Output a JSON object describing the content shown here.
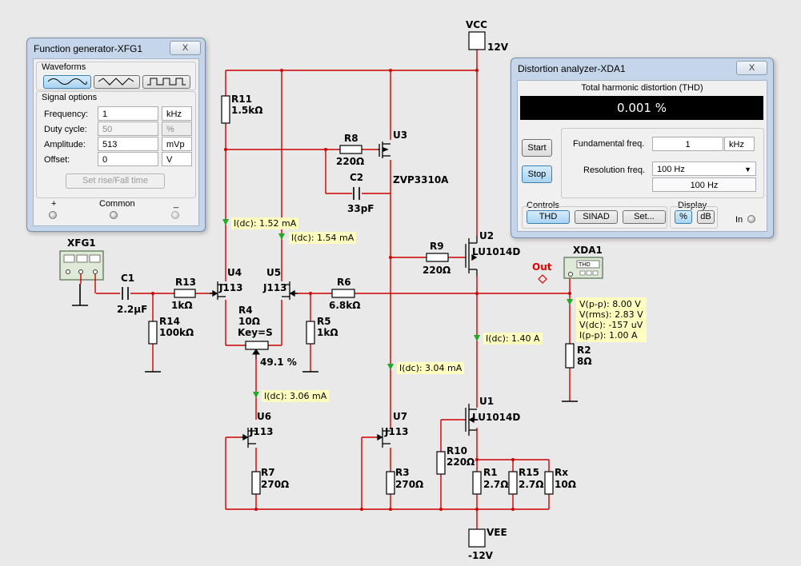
{
  "supply": {
    "vcc_name": "VCC",
    "vcc_value": "12V",
    "vee_name": "VEE",
    "vee_value": "-12V"
  },
  "components": {
    "r11": {
      "ref": "R11",
      "value": "1.5kΩ"
    },
    "r8": {
      "ref": "R8",
      "value": "220Ω"
    },
    "c2": {
      "ref": "C2",
      "value": "33pF"
    },
    "u3": {
      "ref": "U3",
      "value": "ZVP3310A"
    },
    "u2": {
      "ref": "U2",
      "value": "LU1014D"
    },
    "r9": {
      "ref": "R9",
      "value": "220Ω"
    },
    "u4": {
      "ref": "U4",
      "value": "J113"
    },
    "u5": {
      "ref": "U5",
      "value": "J113"
    },
    "r4": {
      "ref": "R4",
      "value": "10Ω",
      "key": "Key=S",
      "percent": "49.1 %"
    },
    "c1": {
      "ref": "C1",
      "value": "2.2µF"
    },
    "r13": {
      "ref": "R13",
      "value": "1kΩ"
    },
    "r14": {
      "ref": "R14",
      "value": "100kΩ"
    },
    "r6": {
      "ref": "R6",
      "value": "6.8kΩ"
    },
    "r5": {
      "ref": "R5",
      "value": "1kΩ"
    },
    "r2": {
      "ref": "R2",
      "value": "8Ω"
    },
    "u6": {
      "ref": "U6",
      "value": "J113"
    },
    "r7": {
      "ref": "R7",
      "value": "270Ω"
    },
    "u7": {
      "ref": "U7",
      "value": "J113"
    },
    "r3": {
      "ref": "R3",
      "value": "270Ω"
    },
    "u1": {
      "ref": "U1",
      "value": "LU1014D"
    },
    "r10": {
      "ref": "R10",
      "value": "220Ω"
    },
    "r1": {
      "ref": "R1",
      "value": "2.7Ω"
    },
    "r15": {
      "ref": "R15",
      "value": "2.7Ω"
    },
    "rx": {
      "ref": "Rx",
      "value": "10Ω"
    },
    "xfg1": {
      "ref": "XFG1"
    },
    "xda1": {
      "ref": "XDA1",
      "screen": "THD"
    }
  },
  "out_label": "Out",
  "probes": {
    "p1": "I(dc): 1.52 mA",
    "p2": "I(dc): 1.54 mA",
    "p3": "I(dc): 3.04 mA",
    "p4": "I(dc): 3.06 mA",
    "p5": "I(dc): 1.40 A",
    "out": {
      "line1": "V(p-p): 8.00 V",
      "line2": "V(rms): 2.83 V",
      "line3": "V(dc): -157 uV",
      "line4": "I(p-p): 1.00 A"
    }
  },
  "function_generator": {
    "title": "Function generator-XFG1",
    "close": "X",
    "waveforms_label": "Waveforms",
    "selected_waveform": "sine",
    "signal_options_label": "Signal options",
    "fields": [
      {
        "label": "Frequency:",
        "value": "1",
        "unit": "kHz",
        "disabled": false
      },
      {
        "label": "Duty cycle:",
        "value": "50",
        "unit": "%",
        "disabled": true
      },
      {
        "label": "Amplitude:",
        "value": "513",
        "unit": "mVp",
        "disabled": false
      },
      {
        "label": "Offset:",
        "value": "0",
        "unit": "V",
        "disabled": false
      }
    ],
    "rise_fall_button": "Set rise/Fall time",
    "terminals": {
      "plus": "+",
      "common": "Common",
      "minus": "_"
    }
  },
  "distortion_analyzer": {
    "title": "Distortion analyzer-XDA1",
    "close": "X",
    "thd_header": "Total harmonic distortion (THD)",
    "display_value": "0.001 %",
    "start_button": "Start",
    "stop_button": "Stop",
    "fundamental_label": "Fundamental freq.",
    "fundamental_value": "1",
    "fundamental_unit": "kHz",
    "resolution_label": "Resolution freq.",
    "resolution_selected": "100 Hz",
    "resolution_readout": "100 Hz",
    "controls_label": "Controls",
    "thd_button": "THD",
    "sinad_button": "SINAD",
    "set_button": "Set...",
    "display_label": "Display",
    "percent_button": "%",
    "db_button": "dB",
    "in_label": "In"
  },
  "colors": {
    "wire": "#cc0000",
    "probe_arrow": "#22aa22",
    "probe_bg": "#ffffc0",
    "window_frame": "#c5d6ea",
    "display_bg": "#000000"
  }
}
